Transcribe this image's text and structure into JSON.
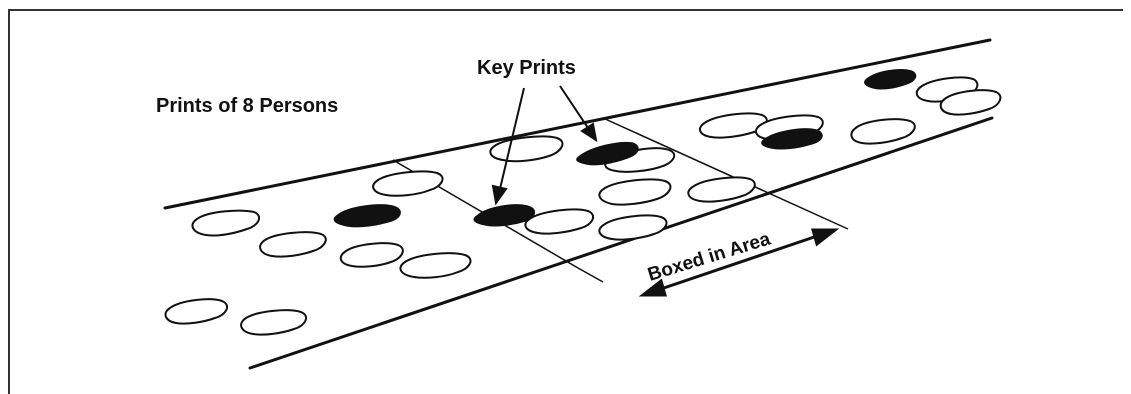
{
  "labels": {
    "group_label": "Prints of 8 Persons",
    "key_label": "Key Prints",
    "area_label": "Boxed in Area"
  },
  "colors": {
    "ink": "#111111",
    "background": "#ffffff",
    "frame": "#333333"
  }
}
